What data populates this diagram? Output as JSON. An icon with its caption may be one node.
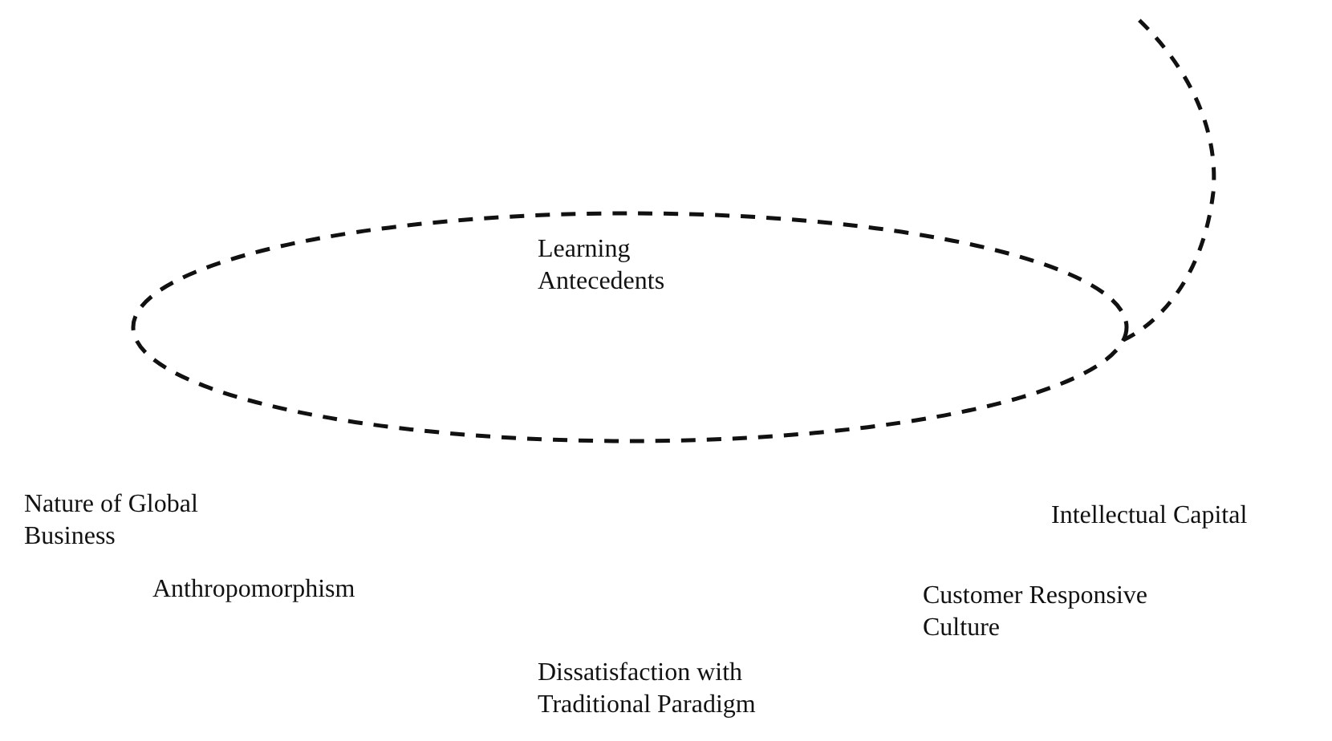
{
  "diagram": {
    "nodes": [
      {
        "text": [
          "Learning Antecedents"
        ]
      }
    ],
    "edges": [],
    "labels": [
      "Nature of Global Business",
      "Intellectual Capital",
      "Anthropomorphism",
      "Customer Responsive Culture",
      "Dissatisfaction with Traditional Paradigm"
    ]
  }
}
